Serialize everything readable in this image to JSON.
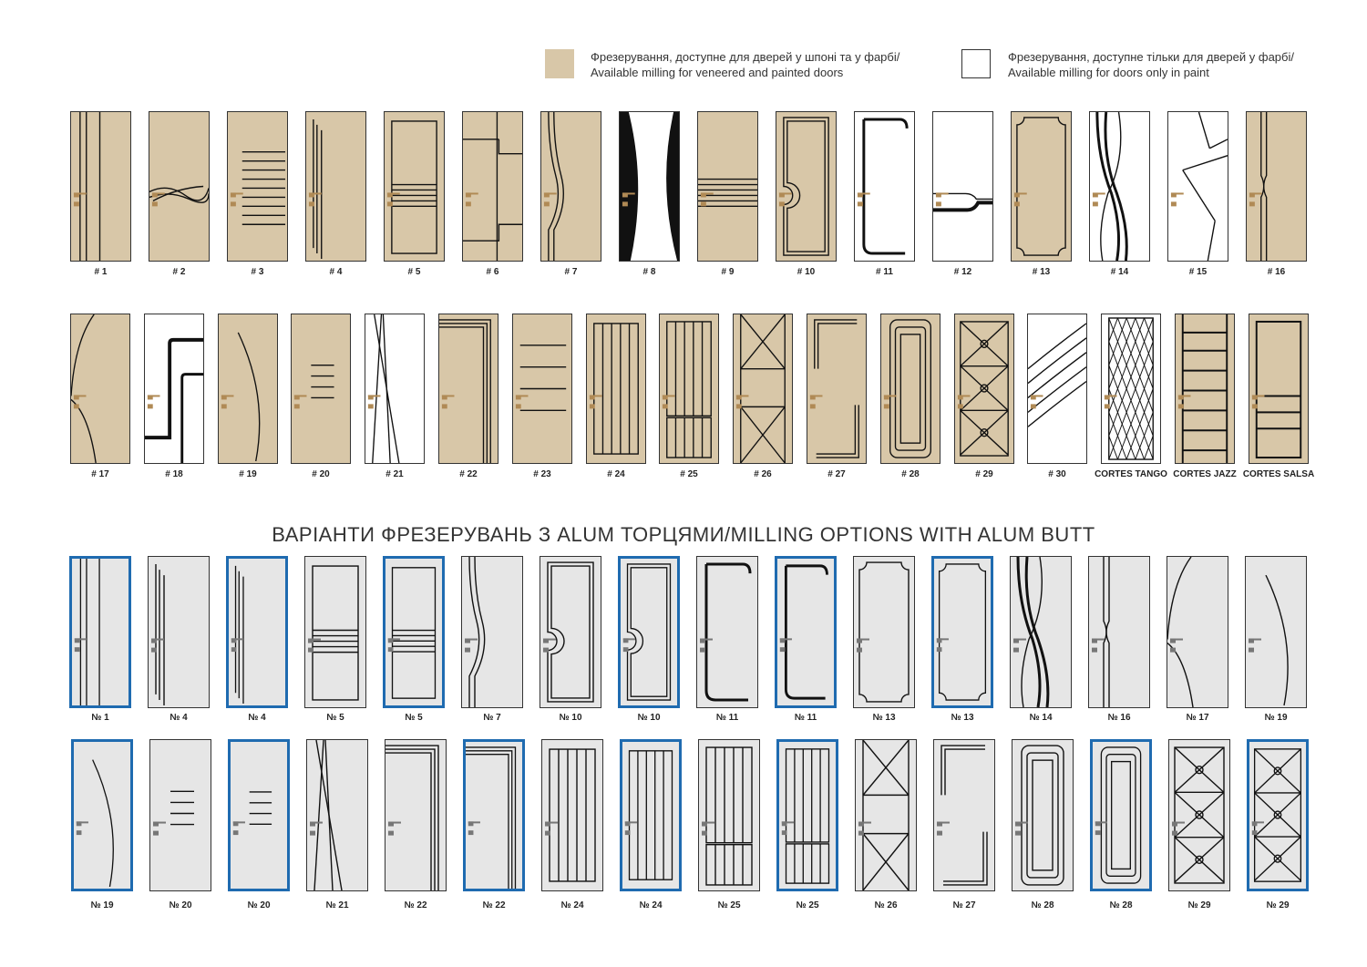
{
  "legend": {
    "veneer_line1": "Фрезерування, доступне для дверей у шпоні та у фарбі/",
    "veneer_line2": "Available milling for veneered and painted doors",
    "veneer_color": "#d8c7a8",
    "paint_line1": "Фрезерування, доступне тільки для дверей у фарбі/",
    "paint_line2": "Available milling for doors only in paint",
    "paint_color": "#ffffff"
  },
  "section_title": "ВАРІАНТИ ФРЕЗЕРУВАНЬ З ALUM ТОРЦЯМИ/MILLING OPTIONS WITH ALUM BUTT",
  "colors": {
    "veneer": "#d8c7a8",
    "paint": "#ffffff",
    "alum_panel": "#e6e6e6",
    "alum_edge": "#1f6bb0",
    "handle": "#b08a55"
  },
  "row1": [
    {
      "label": "# 1",
      "finish": "veneer",
      "pattern": "p1"
    },
    {
      "label": "# 2",
      "finish": "veneer",
      "pattern": "p2"
    },
    {
      "label": "# 3",
      "finish": "veneer",
      "pattern": "p3"
    },
    {
      "label": "# 4",
      "finish": "veneer",
      "pattern": "p4"
    },
    {
      "label": "# 5",
      "finish": "veneer",
      "pattern": "p5"
    },
    {
      "label": "# 6",
      "finish": "veneer",
      "pattern": "p6"
    },
    {
      "label": "# 7",
      "finish": "veneer",
      "pattern": "p7"
    },
    {
      "label": "# 8",
      "finish": "paint",
      "pattern": "p8"
    },
    {
      "label": "# 9",
      "finish": "veneer",
      "pattern": "p9"
    },
    {
      "label": "# 10",
      "finish": "veneer",
      "pattern": "p10"
    },
    {
      "label": "# 11",
      "finish": "paint",
      "pattern": "p11"
    },
    {
      "label": "# 12",
      "finish": "paint",
      "pattern": "p12"
    },
    {
      "label": "# 13",
      "finish": "veneer",
      "pattern": "p13"
    },
    {
      "label": "# 14",
      "finish": "paint",
      "pattern": "p14"
    },
    {
      "label": "# 15",
      "finish": "paint",
      "pattern": "p15"
    },
    {
      "label": "# 16",
      "finish": "veneer",
      "pattern": "p16"
    }
  ],
  "row2": [
    {
      "label": "# 17",
      "finish": "veneer",
      "pattern": "p17"
    },
    {
      "label": "# 18",
      "finish": "paint",
      "pattern": "p18"
    },
    {
      "label": "# 19",
      "finish": "veneer",
      "pattern": "p19"
    },
    {
      "label": "# 20",
      "finish": "veneer",
      "pattern": "p20"
    },
    {
      "label": "# 21",
      "finish": "paint",
      "pattern": "p21"
    },
    {
      "label": "# 22",
      "finish": "veneer",
      "pattern": "p22"
    },
    {
      "label": "# 23",
      "finish": "veneer",
      "pattern": "p23"
    },
    {
      "label": "# 24",
      "finish": "veneer",
      "pattern": "p24"
    },
    {
      "label": "# 25",
      "finish": "veneer",
      "pattern": "p25"
    },
    {
      "label": "# 26",
      "finish": "veneer",
      "pattern": "p26"
    },
    {
      "label": "# 27",
      "finish": "veneer",
      "pattern": "p27"
    },
    {
      "label": "# 28",
      "finish": "veneer",
      "pattern": "p28"
    },
    {
      "label": "# 29",
      "finish": "veneer",
      "pattern": "p29"
    },
    {
      "label": "# 30",
      "finish": "paint",
      "pattern": "p30"
    },
    {
      "label": "CORTES TANGO",
      "finish": "paint",
      "pattern": "tango"
    },
    {
      "label": "CORTES JAZZ",
      "finish": "veneer",
      "pattern": "jazz"
    },
    {
      "label": "CORTES SALSA",
      "finish": "veneer",
      "pattern": "salsa"
    }
  ],
  "row3": [
    {
      "label": "№ 1",
      "edge": "blue",
      "pattern": "p1"
    },
    {
      "label": "№ 4",
      "edge": "plain",
      "pattern": "p4"
    },
    {
      "label": "№ 4",
      "edge": "blue",
      "pattern": "p4"
    },
    {
      "label": "№ 5",
      "edge": "plain",
      "pattern": "p5"
    },
    {
      "label": "№ 5",
      "edge": "blue",
      "pattern": "p5"
    },
    {
      "label": "№ 7",
      "edge": "plain",
      "pattern": "p7"
    },
    {
      "label": "№ 10",
      "edge": "plain",
      "pattern": "p10"
    },
    {
      "label": "№ 10",
      "edge": "blue",
      "pattern": "p10"
    },
    {
      "label": "№ 11",
      "edge": "plain",
      "pattern": "p11"
    },
    {
      "label": "№ 11",
      "edge": "blue",
      "pattern": "p11"
    },
    {
      "label": "№ 13",
      "edge": "plain",
      "pattern": "p13"
    },
    {
      "label": "№ 13",
      "edge": "blue",
      "pattern": "p13"
    },
    {
      "label": "№ 14",
      "edge": "plain",
      "pattern": "p14"
    },
    {
      "label": "№ 16",
      "edge": "plain",
      "pattern": "p16"
    },
    {
      "label": "№ 17",
      "edge": "plain",
      "pattern": "p17"
    },
    {
      "label": "№ 19",
      "edge": "plain",
      "pattern": "p19"
    }
  ],
  "row4": [
    {
      "label": "№ 19",
      "edge": "blue",
      "pattern": "p19"
    },
    {
      "label": "№ 20",
      "edge": "plain",
      "pattern": "p20"
    },
    {
      "label": "№ 20",
      "edge": "blue",
      "pattern": "p20"
    },
    {
      "label": "№ 21",
      "edge": "plain",
      "pattern": "p21"
    },
    {
      "label": "№ 22",
      "edge": "plain",
      "pattern": "p22"
    },
    {
      "label": "№ 22",
      "edge": "blue",
      "pattern": "p22"
    },
    {
      "label": "№ 24",
      "edge": "plain",
      "pattern": "p24"
    },
    {
      "label": "№ 24",
      "edge": "blue",
      "pattern": "p24"
    },
    {
      "label": "№ 25",
      "edge": "plain",
      "pattern": "p25"
    },
    {
      "label": "№ 25",
      "edge": "blue",
      "pattern": "p25"
    },
    {
      "label": "№ 26",
      "edge": "plain",
      "pattern": "p26"
    },
    {
      "label": "№ 27",
      "edge": "plain",
      "pattern": "p27"
    },
    {
      "label": "№ 28",
      "edge": "plain",
      "pattern": "p28"
    },
    {
      "label": "№ 28",
      "edge": "blue",
      "pattern": "p28"
    },
    {
      "label": "№ 29",
      "edge": "plain",
      "pattern": "p29"
    },
    {
      "label": "№ 29",
      "edge": "blue",
      "pattern": "p29"
    }
  ]
}
